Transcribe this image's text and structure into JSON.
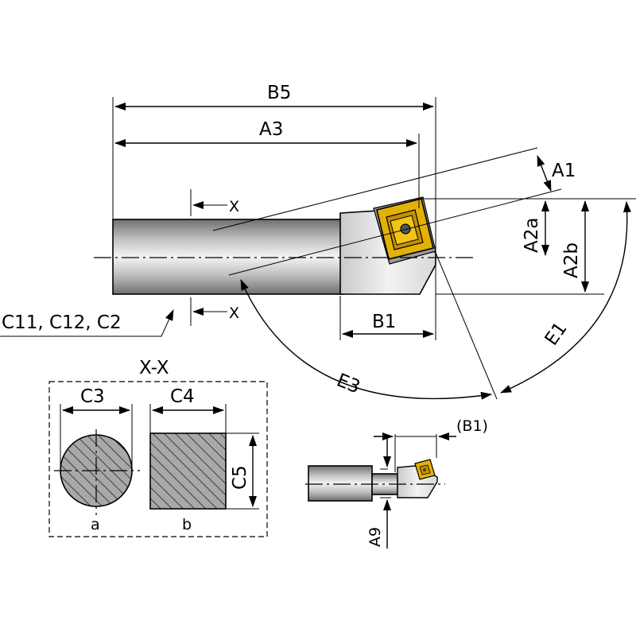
{
  "labels": {
    "b5": "B5",
    "a3": "A3",
    "a1": "A1",
    "a2a": "A2a",
    "a2b": "A2b",
    "b1": "B1",
    "e1": "E1",
    "e3": "E3",
    "x_top": "X",
    "x_bottom": "X",
    "c_codes": "C11, C12, C2",
    "section_title": "X-X",
    "c3": "C3",
    "c4": "C4",
    "c5": "C5",
    "sub_a": "a",
    "sub_b": "b",
    "b1_ref": "(B1)",
    "a9": "A9"
  },
  "colors": {
    "insert": "#e3b007",
    "insert_dark": "#7a5a00",
    "shank_light": "#f2f2f2",
    "shank_dark": "#7d7d7d",
    "hatch_fill": "#9c9c9c"
  }
}
